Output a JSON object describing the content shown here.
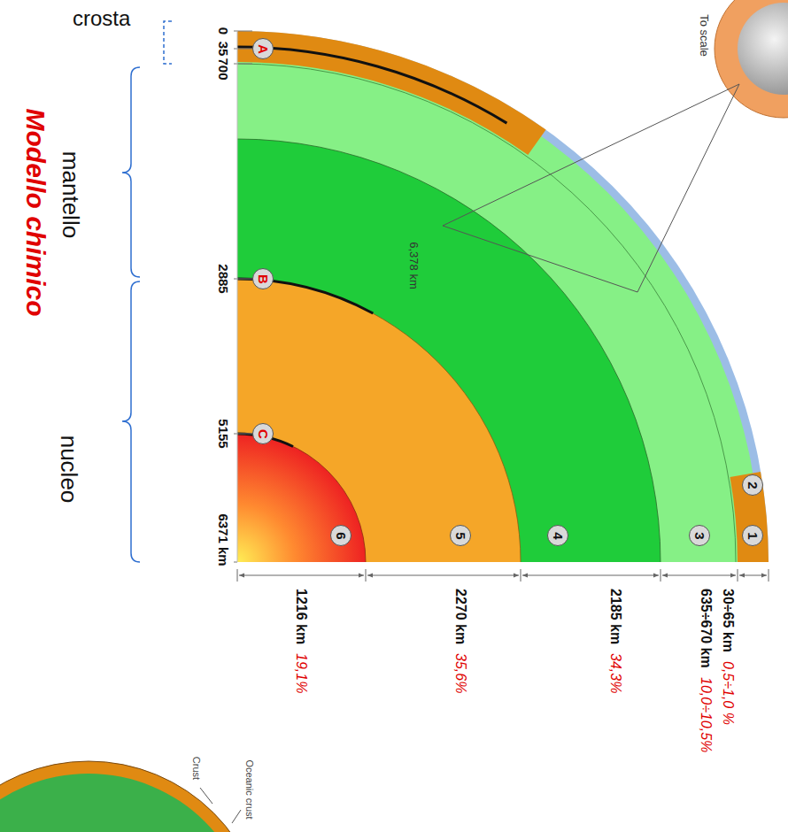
{
  "diagram": {
    "nodes": [
      {
        "text": [
          "A"
        ]
      },
      {
        "text": [
          "B"
        ]
      },
      {
        "text": [
          "C"
        ]
      },
      {
        "text": [
          "1"
        ]
      },
      {
        "text": [
          "2"
        ]
      },
      {
        "text": [
          "3"
        ]
      },
      {
        "text": [
          "4"
        ]
      },
      {
        "text": [
          "5"
        ]
      },
      {
        "text": [
          "6"
        ]
      }
    ],
    "labels": [
      "To scale",
      "6,378 km",
      "crosta",
      "0",
      "35",
      "700",
      "2885",
      "5155",
      "6371 km",
      "mantello",
      "nucleo",
      "Modello chimico",
      "30÷65 km",
      "0,5÷1,0 %",
      "635÷670 km",
      "10,0÷10,5%",
      "2185 km",
      "34,3%",
      "2270 km",
      "35,6%",
      "1216 km",
      "19,1%",
      "Crust",
      "Oceanic crust"
    ]
  }
}
